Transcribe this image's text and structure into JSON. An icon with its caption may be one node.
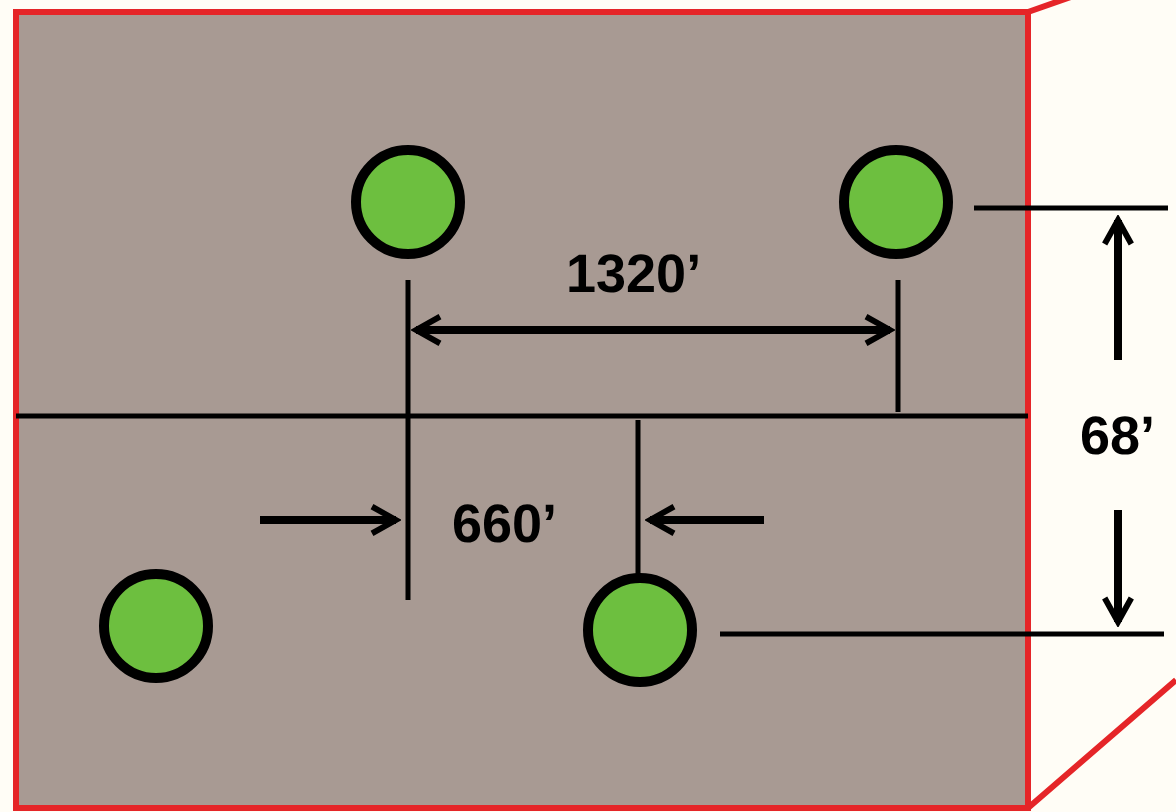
{
  "diagram": {
    "labels": [
      "1320’",
      "660’",
      "68’"
    ]
  }
}
